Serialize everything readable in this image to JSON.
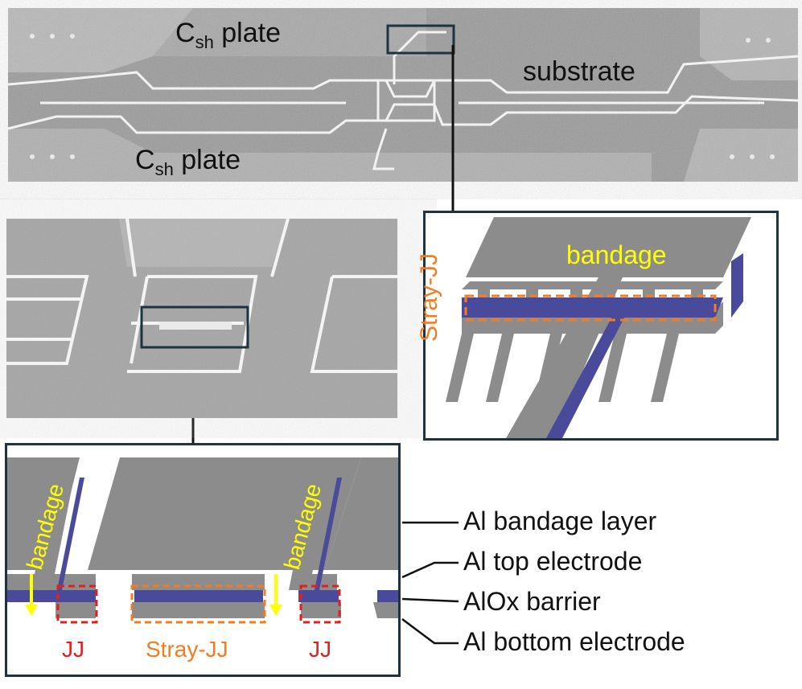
{
  "sem_top": {
    "csh_upper": {
      "main": "C",
      "sub": "sh",
      "rest": " plate"
    },
    "csh_lower": {
      "main": "C",
      "sub": "sh",
      "rest": " plate"
    },
    "substrate": "substrate"
  },
  "stray_inset": {
    "bandage": "bandage",
    "stray_jj": "Stray-JJ"
  },
  "cross_section": {
    "bandage_left": "bandage",
    "bandage_right": "bandage",
    "jj_left": "JJ",
    "stray_jj": "Stray-JJ",
    "jj_right": "JJ"
  },
  "layer_labels": [
    "Al bandage layer",
    "Al top electrode",
    "AlOx barrier",
    "Al bottom electrode"
  ],
  "colors": {
    "frame": "#1e3340",
    "layer_gray": "#8c8c8c",
    "barrier_blue": "#4a4a9a",
    "bandage_text": "#ffff00",
    "stray_jj": "#f47c20",
    "jj": "#e02020"
  }
}
